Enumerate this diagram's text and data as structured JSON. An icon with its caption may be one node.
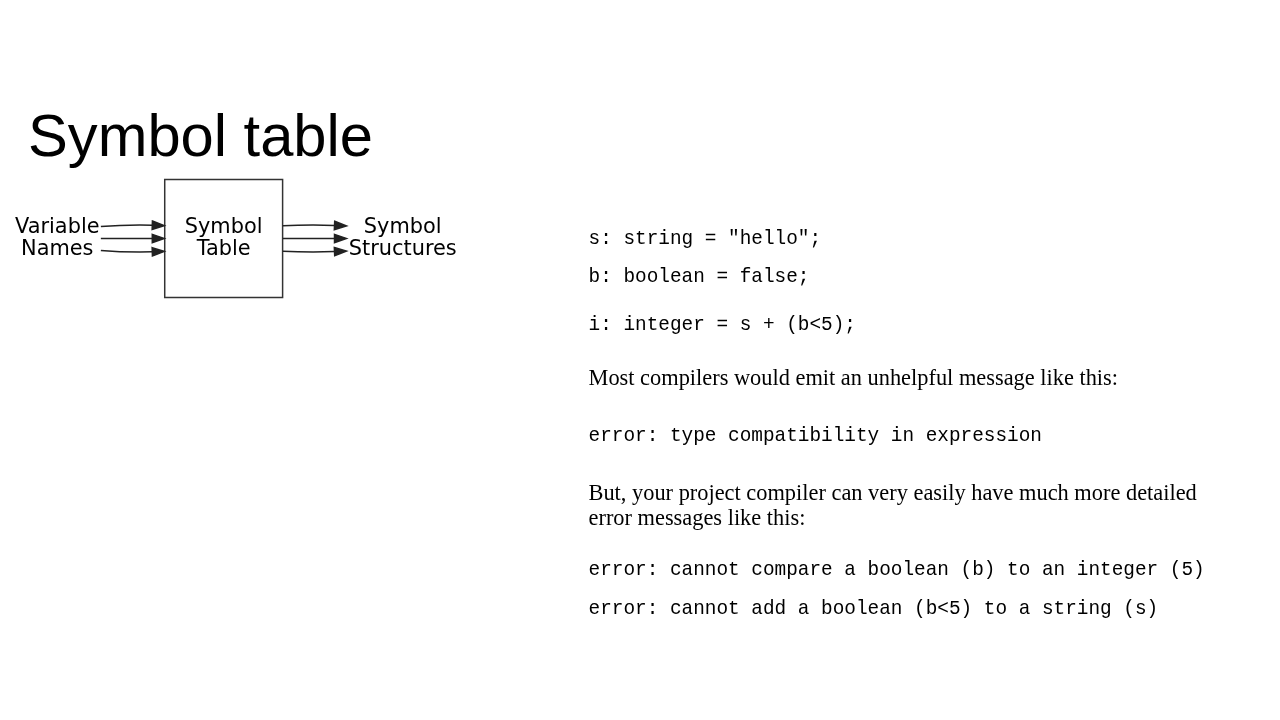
{
  "diagram": {
    "title": "Symbol table",
    "nodes": [
      {
        "text": [
          "Variable Names"
        ]
      },
      {
        "text": [
          "Symbol Table"
        ]
      },
      {
        "text": [
          "Symbol Structures"
        ]
      }
    ],
    "edges": [
      {
        "from": 0,
        "to": 1,
        "arrow": "to"
      },
      {
        "from": 0,
        "to": 1,
        "arrow": "to"
      },
      {
        "from": 0,
        "to": 1,
        "arrow": "to"
      },
      {
        "from": 1,
        "to": 2,
        "arrow": "to"
      },
      {
        "from": 1,
        "to": 2,
        "arrow": "to"
      },
      {
        "from": 1,
        "to": 2,
        "arrow": "to"
      }
    ],
    "labels": [
      "s: string = \"hello\";",
      "b: boolean = false;",
      "i: integer = s + (b<5);",
      "Most compilers would emit an unhelpful message like this:",
      "error: type compatibility in expression",
      "But, your project compiler can very easily have much more detailed error messages like this:",
      "error: cannot compare a boolean (b) to an integer (5)",
      "error: cannot add a boolean (b<5) to a string (s)"
    ]
  }
}
